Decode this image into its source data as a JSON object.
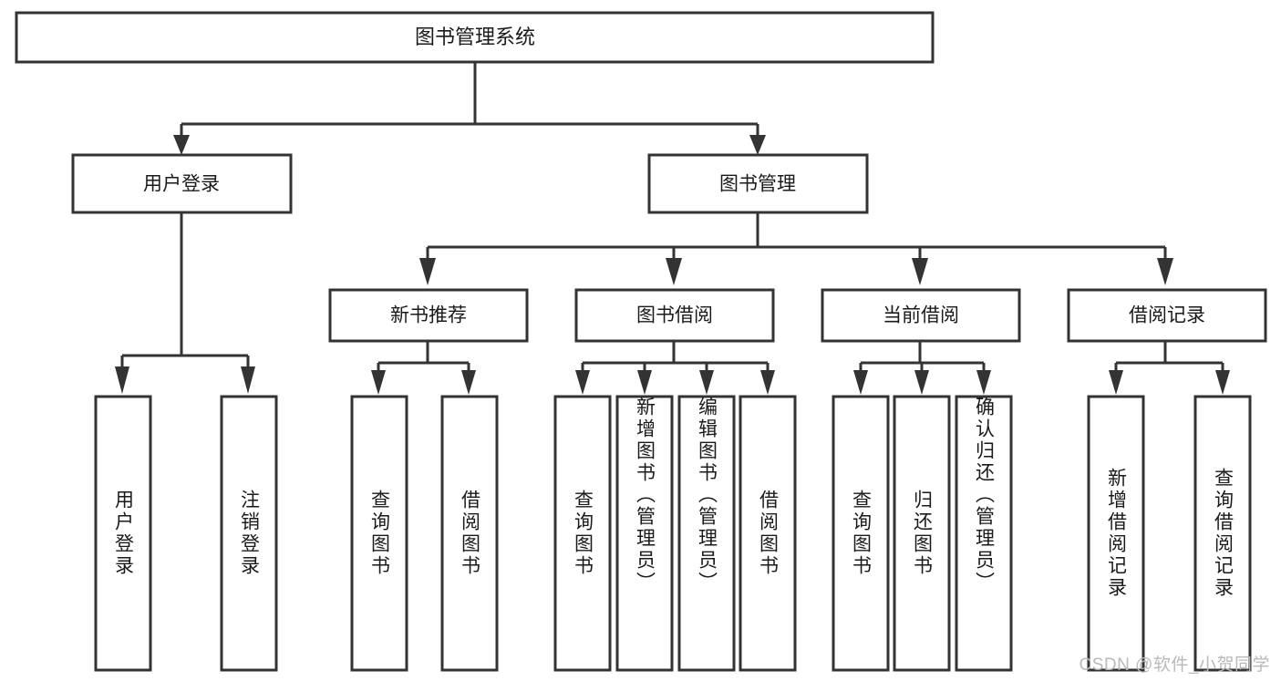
{
  "diagram": {
    "type": "tree-hierarchy",
    "title": "图书管理系统",
    "orientation": "top-down",
    "colors": {
      "box_stroke": "#333333",
      "box_fill": "#ffffff",
      "text": "#1a1a1a",
      "background": "#ffffff",
      "watermark": "#b9b9b9"
    },
    "root": {
      "label": "图书管理系统"
    },
    "level2": [
      {
        "label": "用户登录"
      },
      {
        "label": "图书管理"
      }
    ],
    "level3": [
      {
        "label": "新书推荐"
      },
      {
        "label": "图书借阅"
      },
      {
        "label": "当前借阅"
      },
      {
        "label": "借阅记录"
      }
    ],
    "leaves_user_login": [
      {
        "label": "用户登录"
      },
      {
        "label": "注销登录"
      }
    ],
    "leaves_new_book": [
      {
        "label": "查询图书"
      },
      {
        "label": "借阅图书"
      }
    ],
    "leaves_book_borrow": [
      {
        "label": "查询图书"
      },
      {
        "label": "新增图书（管理员）"
      },
      {
        "label": "编辑图书（管理员）"
      },
      {
        "label": "借阅图书"
      }
    ],
    "leaves_current_borrow": [
      {
        "label": "查询图书"
      },
      {
        "label": "归还图书"
      },
      {
        "label": "确认归还（管理员）"
      }
    ],
    "leaves_borrow_record": [
      {
        "label": "新增借阅记录"
      },
      {
        "label": "查询借阅记录"
      }
    ],
    "watermark": "CSDN @软件_小贺同学"
  }
}
